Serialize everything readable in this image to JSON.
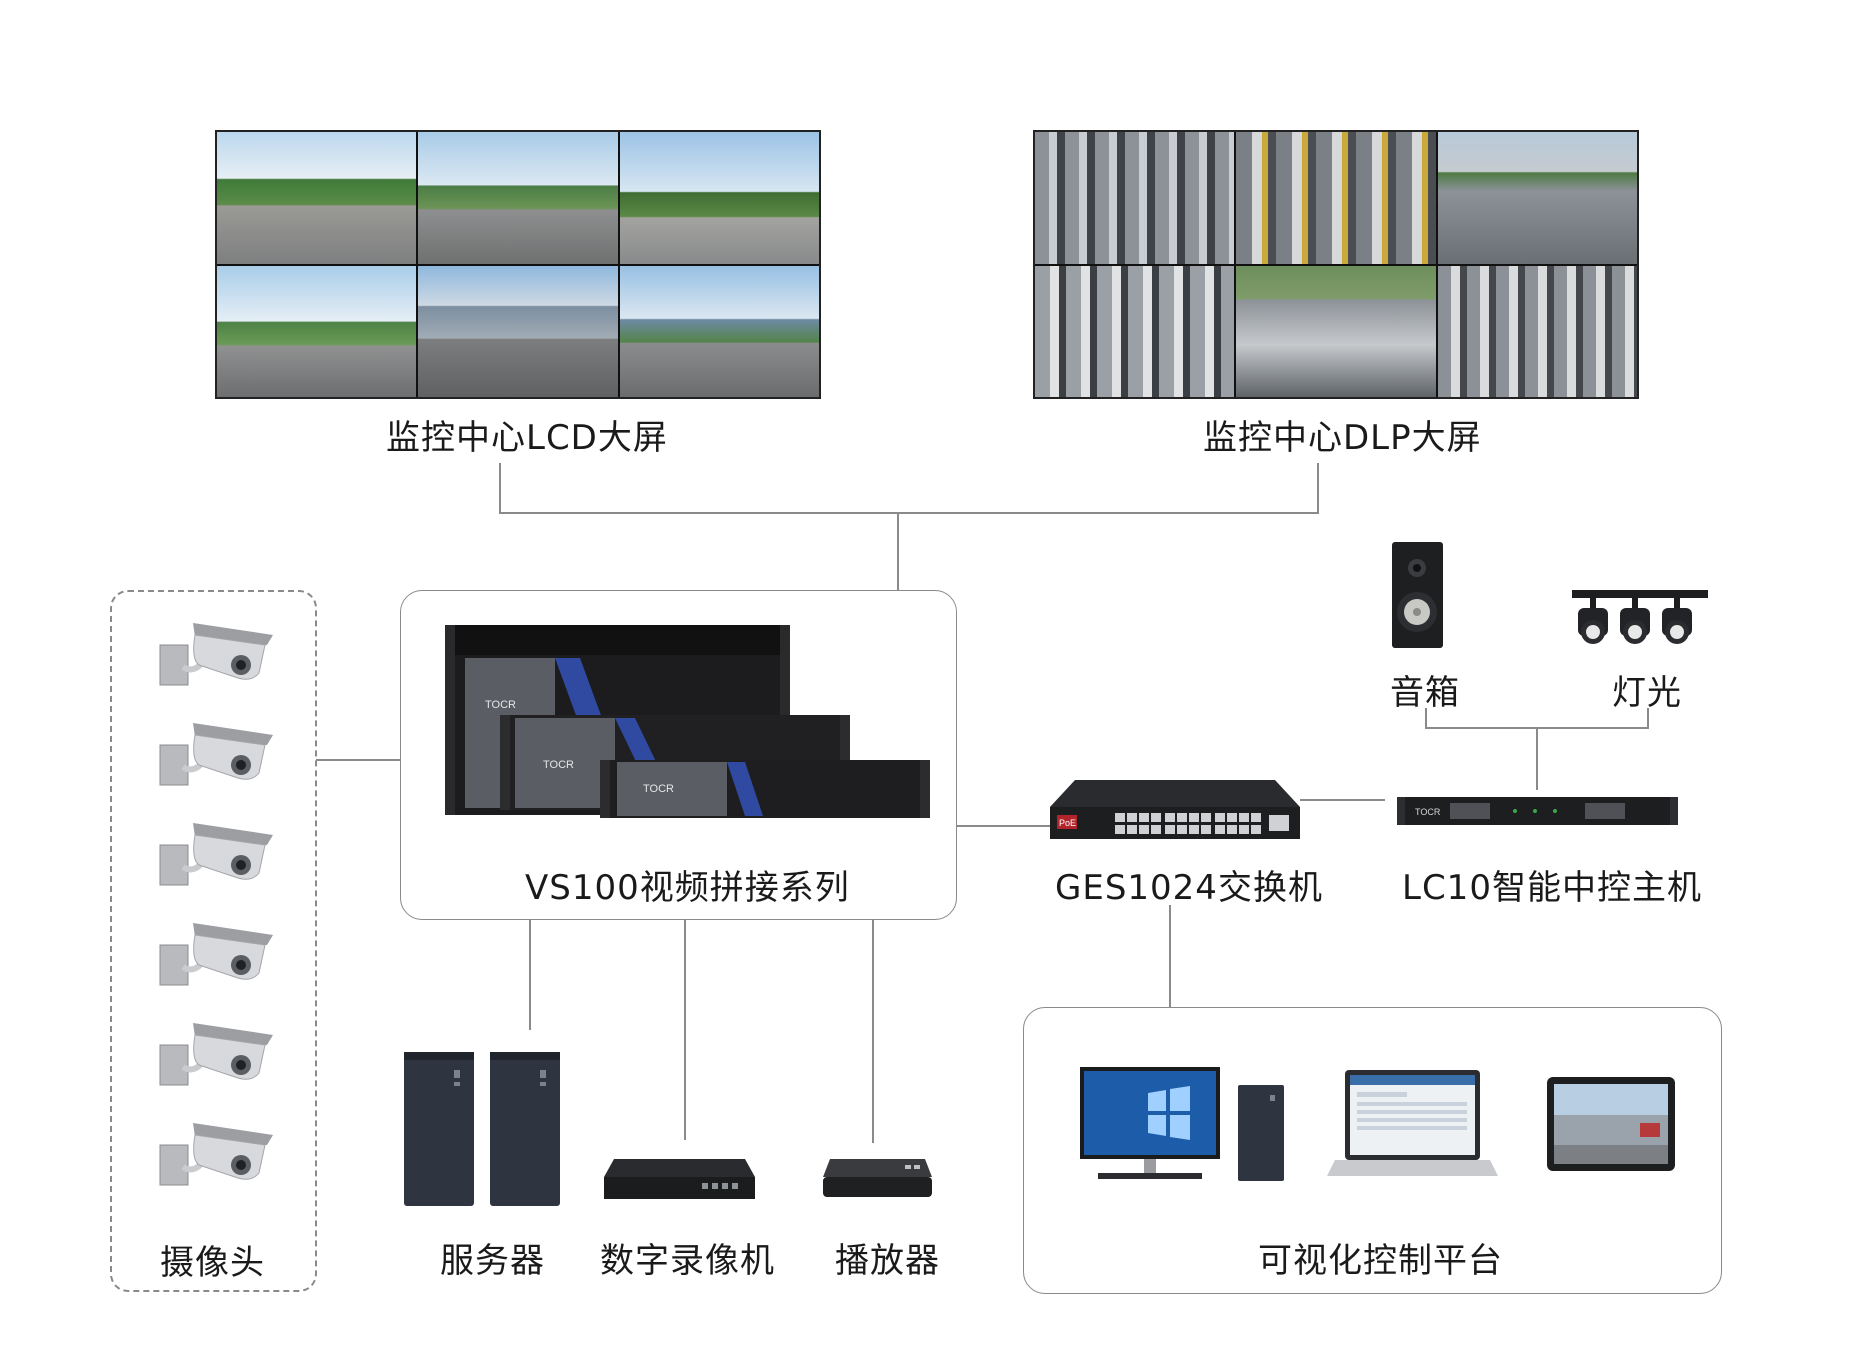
{
  "labels": {
    "lcd_wall": "监控中心LCD大屏",
    "dlp_wall": "监控中心DLP大屏",
    "cameras": "摄像头",
    "vs100": "VS100视频拼接系列",
    "switch": "GES1024交换机",
    "lc10": "LC10智能中控主机",
    "speaker": "音箱",
    "light": "灯光",
    "server": "服务器",
    "dvr": "数字录像机",
    "player": "播放器",
    "platform": "可视化控制平台"
  },
  "brand": {
    "device_logo": "TOCR",
    "poe": "PoE"
  },
  "colors": {
    "line": "#8a8a8a",
    "device_dark": "#1c1c1e",
    "device_gray": "#5a5d63",
    "accent_blue": "#2f4aa0",
    "lcd_sky": "#bcd8ee",
    "dlp_gray": "#8d9298"
  }
}
